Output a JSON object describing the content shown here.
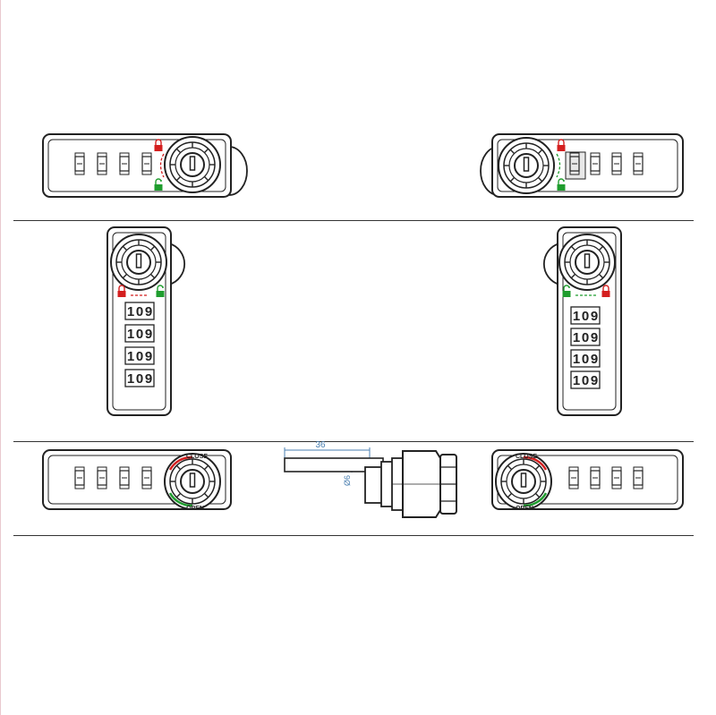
{
  "colors": {
    "line": "#222222",
    "dimension": "#4a7fb0",
    "locked": "#d41f1f",
    "unlocked": "#1f9d2e"
  },
  "wheel_digits": [
    "1",
    "0",
    "9"
  ],
  "legend_words": {
    "close": "CLOSE",
    "open": "OPEN"
  },
  "dimensions": {
    "length": "36",
    "diameter": "Ø6"
  },
  "icons": [
    "padlock-locked",
    "padlock-unlocked",
    "rotation-arrow",
    "key-cylinder"
  ]
}
